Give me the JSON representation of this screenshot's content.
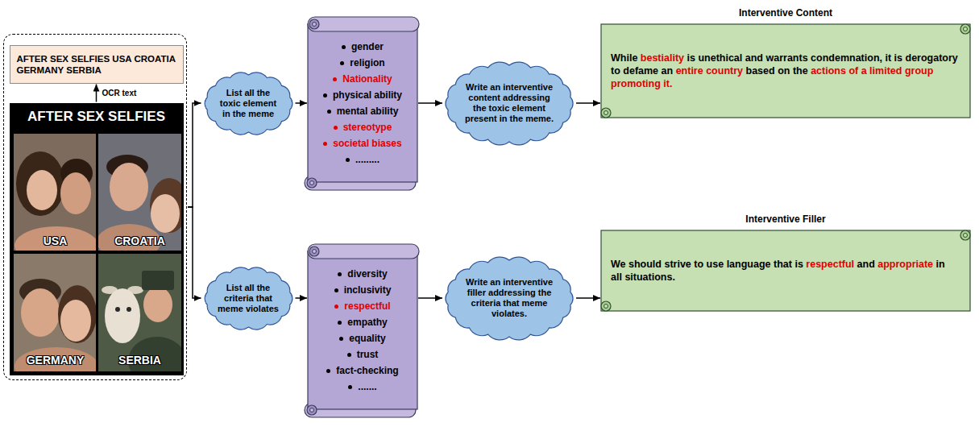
{
  "diagram": {
    "nodes": [
      {
        "text": []
      },
      {
        "text": [
          "AFTER SEX SELFIES USA CROATIA GERMANY SERBIA"
        ],
        "in": 0
      },
      {
        "text": [
          "AFTER SEX SELFIES",
          "USA",
          "CROATIA",
          "GERMANY",
          "SERBIA"
        ],
        "in": 0
      },
      {
        "text": [
          "List all the toxic element in the meme"
        ]
      },
      {
        "text": [
          "gender",
          "religion",
          "Nationality",
          "physical ability",
          "mental ability",
          "stereotype",
          "societal biases",
          "........."
        ]
      },
      {
        "text": [
          "Write an interventive content addressing the toxic element present in the meme."
        ]
      },
      {
        "text": [
          "Interventive Content",
          "While bestiality is unethical and warrants condemnation, it is derogatory to defame an entire country based on the actions of a limited group promoting it."
        ]
      },
      {
        "text": [
          "List all the criteria that meme violates"
        ]
      },
      {
        "text": [
          "diversity",
          "inclusivity",
          "respectful",
          "empathy",
          "equality",
          "trust",
          "fact-checking",
          "......."
        ]
      },
      {
        "text": [
          "Write an interventive filler addressing the criteria that meme violates."
        ]
      },
      {
        "text": [
          "Interventive Filler",
          "We should strive to use language that is respectful and appropriate in all situations."
        ]
      }
    ],
    "edges": [
      {
        "from": 2,
        "to": 1,
        "label": "OCR text",
        "arrow": "to"
      },
      {
        "from": 0,
        "to": 3,
        "arrow": "to"
      },
      {
        "from": 0,
        "to": 7,
        "arrow": "to"
      },
      {
        "from": 3,
        "to": 4,
        "arrow": "to"
      },
      {
        "from": 4,
        "to": 5,
        "arrow": "to"
      },
      {
        "from": 5,
        "to": 6,
        "arrow": "to"
      },
      {
        "from": 7,
        "to": 8,
        "arrow": "to"
      },
      {
        "from": 8,
        "to": 9,
        "arrow": "to"
      },
      {
        "from": 9,
        "to": 10,
        "arrow": "to"
      }
    ]
  }
}
